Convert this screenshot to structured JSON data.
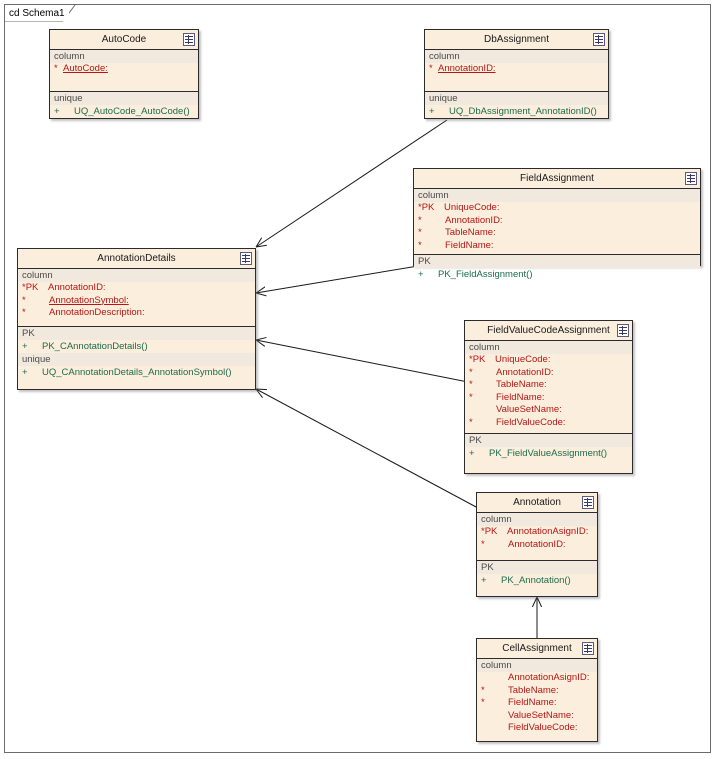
{
  "diagram": {
    "frame_label": "cd Schema1",
    "type": "uml-class-diagram",
    "colors": {
      "class_fill": "#fbeedc",
      "compartment_header_fill": "#f2e9de",
      "border": "#2b2b2b",
      "attribute_text": "#b41717",
      "operation_text": "#1d6b4f",
      "section_label_text": "#4a4a4a",
      "connector": "#1a1a1a",
      "frame_border": "#6b6b6b"
    }
  },
  "classes": {
    "autocode": {
      "name": "AutoCode",
      "icon": "table-icon",
      "column_label": "column",
      "columns": [
        {
          "mark": "*",
          "pk": "",
          "name": "AutoCode:",
          "underline": true
        }
      ],
      "unique_label": "unique",
      "operations": [
        {
          "vis": "+",
          "name": "UQ_AutoCode_AutoCode()"
        }
      ]
    },
    "dbassignment": {
      "name": "DbAssignment",
      "icon": "table-icon",
      "column_label": "column",
      "columns": [
        {
          "mark": "*",
          "pk": "",
          "name": "AnnotationID:",
          "underline": true
        }
      ],
      "unique_label": "unique",
      "operations": [
        {
          "vis": "+",
          "name": "UQ_DbAssignment_AnnotationID()"
        }
      ]
    },
    "fieldassignment": {
      "name": "FieldAssignment",
      "icon": "table-icon",
      "column_label": "column",
      "columns": [
        {
          "mark": "*",
          "pk": "PK",
          "name": "UniqueCode:",
          "underline": false
        },
        {
          "mark": "*",
          "pk": "",
          "name": "AnnotationID:",
          "underline": false
        },
        {
          "mark": "*",
          "pk": "",
          "name": "TableName:",
          "underline": false
        },
        {
          "mark": "*",
          "pk": "",
          "name": "FieldName:",
          "underline": false
        }
      ],
      "pk_label": "PK",
      "operations": [
        {
          "vis": "+",
          "name": "PK_FieldAssignment()"
        }
      ]
    },
    "annotationdetails": {
      "name": "AnnotationDetails",
      "icon": "table-icon",
      "column_label": "column",
      "columns": [
        {
          "mark": "*",
          "pk": "PK",
          "name": "AnnotationID:",
          "underline": false
        },
        {
          "mark": "*",
          "pk": "",
          "name": "AnnotationSymbol:",
          "underline": true
        },
        {
          "mark": "*",
          "pk": "",
          "name": "AnnotationDescription:",
          "underline": false
        }
      ],
      "pk_label": "PK",
      "pk_operations": [
        {
          "vis": "+",
          "name": "PK_CAnnotationDetails()"
        }
      ],
      "unique_label": "unique",
      "unique_operations": [
        {
          "vis": "+",
          "name": "UQ_CAnnotationDetails_AnnotationSymbol()"
        }
      ]
    },
    "fieldvaluecodeassignment": {
      "name": "FieldValueCodeAssignment",
      "icon": "table-icon",
      "column_label": "column",
      "columns": [
        {
          "mark": "*",
          "pk": "PK",
          "name": "UniqueCode:",
          "underline": false
        },
        {
          "mark": "*",
          "pk": "",
          "name": "AnnotationID:",
          "underline": false
        },
        {
          "mark": "*",
          "pk": "",
          "name": "TableName:",
          "underline": false
        },
        {
          "mark": "*",
          "pk": "",
          "name": "FieldName:",
          "underline": false
        },
        {
          "mark": "",
          "pk": "",
          "name": "ValueSetName:",
          "underline": false
        },
        {
          "mark": "*",
          "pk": "",
          "name": "FieldValueCode:",
          "underline": false
        }
      ],
      "pk_label": "PK",
      "operations": [
        {
          "vis": "+",
          "name": "PK_FieldValueAssignment()"
        }
      ]
    },
    "annotation": {
      "name": "Annotation",
      "icon": "table-icon",
      "column_label": "column",
      "columns": [
        {
          "mark": "*",
          "pk": "PK",
          "name": "AnnotationAsignID:",
          "underline": false
        },
        {
          "mark": "*",
          "pk": "",
          "name": "AnnotationID:",
          "underline": false
        }
      ],
      "pk_label": "PK",
      "operations": [
        {
          "vis": "+",
          "name": "PK_Annotation()"
        }
      ]
    },
    "cellassignment": {
      "name": "CellAssignment",
      "icon": "table-icon",
      "column_label": "column",
      "columns": [
        {
          "mark": "",
          "pk": "",
          "name": "AnnotationAsignID:",
          "underline": false
        },
        {
          "mark": "*",
          "pk": "",
          "name": "TableName:",
          "underline": false
        },
        {
          "mark": "*",
          "pk": "",
          "name": "FieldName:",
          "underline": false
        },
        {
          "mark": "",
          "pk": "",
          "name": "ValueSetName:",
          "underline": false
        },
        {
          "mark": "",
          "pk": "",
          "name": "FieldValueCode:",
          "underline": false
        }
      ]
    }
  },
  "connectors": [
    {
      "name": "dbassignment-to-annotationdetails",
      "from": "DbAssignment",
      "to": "AnnotationDetails"
    },
    {
      "name": "fieldassignment-to-annotationdetails",
      "from": "FieldAssignment",
      "to": "AnnotationDetails"
    },
    {
      "name": "fieldvaluecodeassignment-to-annotationdetails",
      "from": "FieldValueCodeAssignment",
      "to": "AnnotationDetails"
    },
    {
      "name": "annotation-to-annotationdetails",
      "from": "Annotation",
      "to": "AnnotationDetails"
    },
    {
      "name": "cellassignment-to-annotation",
      "from": "CellAssignment",
      "to": "Annotation"
    }
  ]
}
